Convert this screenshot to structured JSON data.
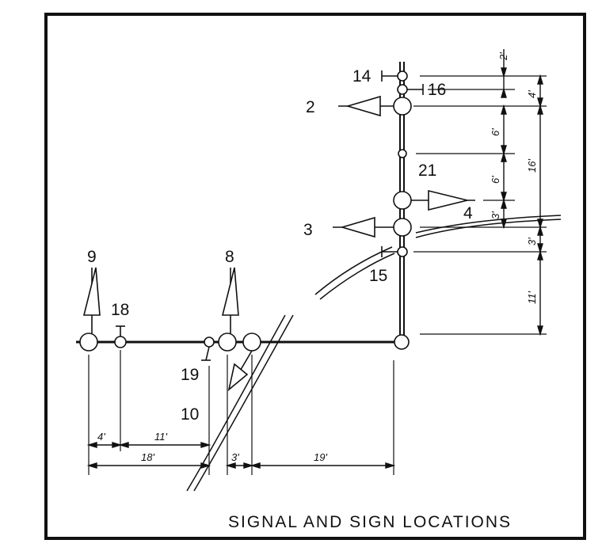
{
  "title": "SIGNAL AND SIGN LOCATIONS",
  "labels": {
    "n2": "2",
    "n3": "3",
    "n4": "4",
    "n8": "8",
    "n9": "9",
    "n10": "10",
    "n14": "14",
    "n15": "15",
    "n16": "16",
    "n18": "18",
    "n19": "19",
    "n21": "21"
  },
  "dimensions": {
    "d2": "2'",
    "d4a": "4'",
    "d6a": "6'",
    "d6b": "6'",
    "d16": "16'",
    "d3a": "3'",
    "d3b": "3'",
    "d11v": "11'",
    "d4h": "4'",
    "d11h": "11'",
    "d18h": "18'",
    "d3h": "3'",
    "d19h": "19'"
  },
  "colors": {
    "ink": "#111111",
    "background": "#ffffff"
  }
}
